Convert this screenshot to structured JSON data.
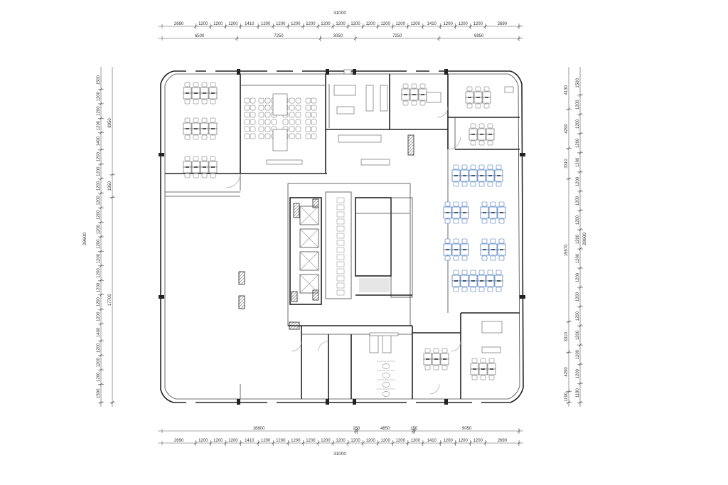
{
  "top_dims": {
    "total": "31000",
    "modules": [
      "2690",
      "1200",
      "1200",
      "1200",
      "1410",
      "1200",
      "1200",
      "1200",
      "1200",
      "1200",
      "1200",
      "1200",
      "1200",
      "1200",
      "1200",
      "1200",
      "1410",
      "1200",
      "1200",
      "1200",
      "2690"
    ],
    "groups": [
      "6500",
      "7250",
      "3050",
      "7250",
      "6950"
    ]
  },
  "bottom_dims": {
    "total": "31000",
    "groups": [
      "16800",
      "150",
      "4850",
      "150",
      "9050"
    ],
    "modules": [
      "2690",
      "1200",
      "1200",
      "1200",
      "1410",
      "1200",
      "1200",
      "1200",
      "1200",
      "1200",
      "1200",
      "1200",
      "1200",
      "1200",
      "1200",
      "1200",
      "1410",
      "1200",
      "1200",
      "1200",
      "2690"
    ]
  },
  "left_dims": {
    "total": "28600",
    "modules": [
      "1500",
      "1200",
      "1200",
      "1200",
      "1400",
      "1200",
      "1200",
      "1200",
      "1200",
      "1200",
      "1200",
      "1200",
      "1200",
      "1200",
      "1200",
      "1200",
      "1200",
      "1400",
      "1200",
      "1200",
      "1200",
      "1500"
    ],
    "groups": [
      "8950",
      "1950",
      "17700"
    ]
  },
  "right_dims": {
    "total": "28600",
    "groups": [
      "4130",
      "4290",
      "3310",
      "15570",
      "3310",
      "4290",
      "1190"
    ],
    "modules": [
      "1500",
      "1200",
      "1200",
      "1200",
      "1200",
      "1200",
      "1200",
      "1200",
      "1200",
      "1200",
      "1200",
      "1200",
      "1200",
      "1200",
      "1200",
      "1200",
      "1190"
    ]
  },
  "colors": {
    "line": "#222222",
    "dim": "#555555",
    "furniture_accent": "#3b6fb6",
    "hatch": "#222222"
  }
}
